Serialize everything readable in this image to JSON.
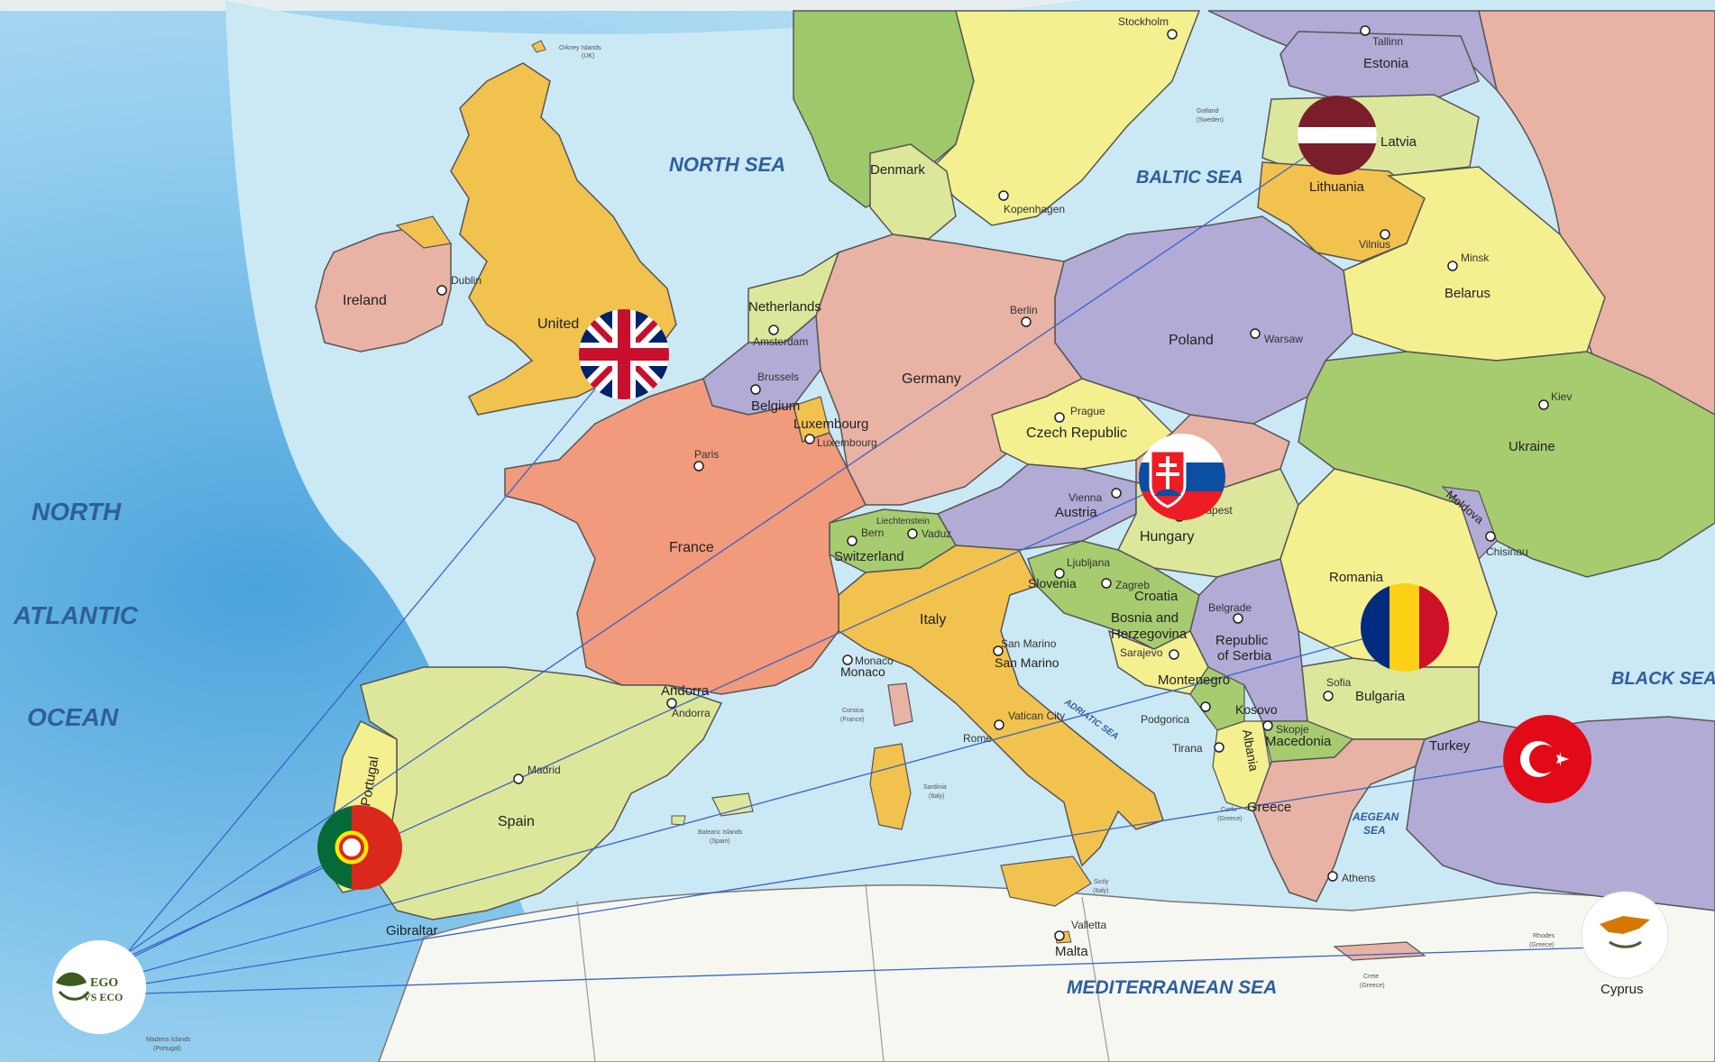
{
  "seas": {
    "north_sea": "NORTH SEA",
    "baltic_sea": "BALTIC SEA",
    "atlantic_1": "NORTH",
    "atlantic_2": "ATLANTIC",
    "atlantic_3": "OCEAN",
    "black_sea": "BLACK SEA",
    "mediterranean": "MEDITERRANEAN SEA",
    "adriatic": "ADRIATIC SEA",
    "aegean_1": "AEGEAN",
    "aegean_2": "SEA"
  },
  "countries": {
    "ireland": "Ireland",
    "uk": "United",
    "netherlands": "Netherlands",
    "belgium": "Belgium",
    "luxembourg": "Luxembourg",
    "germany": "Germany",
    "denmark": "Denmark",
    "poland": "Poland",
    "czech": "Czech Republic",
    "austria": "Austria",
    "hungary": "Hungary",
    "switzerland": "Switzerland",
    "france": "France",
    "andorra": "Andorra",
    "spain": "Spain",
    "portugal": "Portugal",
    "italy": "Italy",
    "croatia": "Croatia",
    "slovenia": "Slovenia",
    "bosnia_1": "Bosnia and",
    "bosnia_2": "Herzegovina",
    "serbia_1": "Republic",
    "serbia_2": "of Serbia",
    "montenegro": "Montenegro",
    "kosovo": "Kosovo",
    "macedonia": "Macedonia",
    "albania": "Albania",
    "greece": "Greece",
    "bulgaria": "Bulgaria",
    "romania": "Romania",
    "moldova": "Moldova",
    "ukraine": "Ukraine",
    "belarus": "Belarus",
    "lithuania": "Lithuania",
    "latvia": "Latvia",
    "estonia": "Estonia",
    "turkey": "Turkey",
    "cyprus": "Cyprus",
    "malta": "Malta",
    "monaco": "Monaco",
    "san_marino": "San Marino",
    "gibraltar": "Gibraltar"
  },
  "cities": {
    "dublin": "Dublin",
    "amsterdam": "Amsterdam",
    "brussels": "Brussels",
    "luxembourg": "Luxembourg",
    "paris": "Paris",
    "berlin": "Berlin",
    "kopenhagen": "Kopenhagen",
    "stockholm": "Stockholm",
    "tallinn": "Tallinn",
    "vilnius": "Vilnius",
    "minsk": "Minsk",
    "warsaw": "Warsaw",
    "prague": "Prague",
    "vienna": "Vienna",
    "budapest": "Budapest",
    "bern": "Bern",
    "vaduz": "Vaduz",
    "liechtenstein": "Liechtenstein",
    "ljubljana": "Ljubljana",
    "zagreb": "Zagreb",
    "sarajevo": "Sarajevo",
    "belgrade": "Belgrade",
    "podgorica": "Podgorica",
    "skopje": "Skopje",
    "tirana": "Tirana",
    "athens": "Athens",
    "sofia": "Sofia",
    "chisinau": "Chisinau",
    "kiev": "Kiev",
    "madrid": "Madrid",
    "rome": "Rome",
    "vatican": "Vatican City",
    "san_marino": "San Marino",
    "monaco": "Monaco",
    "andorra": "Andorra",
    "valletta": "Valletta"
  },
  "small_labels": {
    "orkney": "Orkney Islands",
    "orkney_sub": "(UK)",
    "gotland": "Gotland",
    "gotland_sub": "(Sweden)",
    "corsica": "Corsica",
    "corsica_sub": "(France)",
    "sardinia": "Sardinia",
    "sardinia_sub": "(Italy)",
    "sicily": "Sicily",
    "sicily_sub": "(Italy)",
    "balearic": "Balearic Islands",
    "balearic_sub": "(Spain)",
    "madeira": "Madeira Islands",
    "madeira_sub": "(Portugal)",
    "crete": "Crete",
    "crete_sub": "(Greece)",
    "rhodes": "Rhodes",
    "rhodes_sub": "(Greece)",
    "corfu": "Corfu",
    "corfu_sub": "(Greece)"
  },
  "logo": {
    "line1": "EGO",
    "line2": "VS ECO"
  },
  "flags": {
    "uk": "uk-flag-icon",
    "latvia": "latvia-flag-icon",
    "slovakia": "slovakia-flag-icon",
    "portugal": "portugal-flag-icon",
    "romania": "romania-flag-icon",
    "turkey": "turkey-flag-icon",
    "cyprus": "cyprus-flag-icon"
  },
  "colors": {
    "connector": "#3a63c7",
    "sea": "#bfe1f0",
    "uk_land": "#f2c24e",
    "france": "#f29a7c",
    "iberia": "#dde79b"
  }
}
